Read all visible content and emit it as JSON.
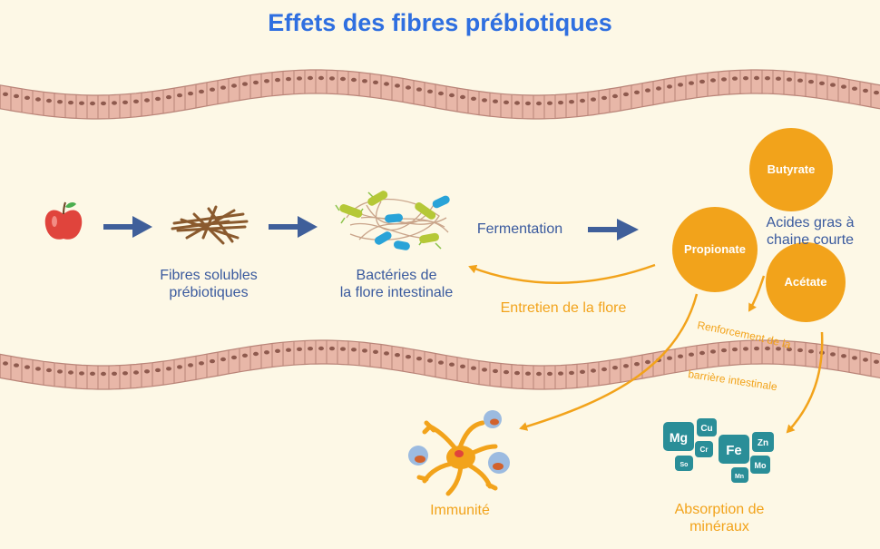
{
  "title": "Effets des fibres prébiotiques",
  "steps": {
    "fibres": "Fibres solubles\nprébiotiques",
    "bacteries": "Bactéries de\nla flore intestinale",
    "fermentation": "Fermentation"
  },
  "scfa": {
    "group_label": "Acides gras à\nchaine courte",
    "butyrate": "Butyrate",
    "propionate": "Propionate",
    "acetate": "Acétate"
  },
  "effects": {
    "entretien": "Entretien de la flore",
    "renforcement_line1": "Renforcement de la",
    "renforcement_line2": "barrière intestinale",
    "immunite": "Immunité",
    "absorption": "Absorption de\nminéraux"
  },
  "minerals": [
    "Mg",
    "Cu",
    "Cr",
    "So",
    "Fe",
    "Zn",
    "Mn",
    "Mo"
  ],
  "colors": {
    "title": "#2f6fe0",
    "text_blue": "#3a5a9e",
    "orange": "#f2a31b",
    "mineral_teal": "#2a8e98",
    "wall": "#e8b7a8",
    "background": "#fdf8e6"
  },
  "icons": [
    "apple-icon",
    "fibres-icon",
    "bacteria-icon",
    "immune-cell-icon",
    "minerals-icon"
  ]
}
